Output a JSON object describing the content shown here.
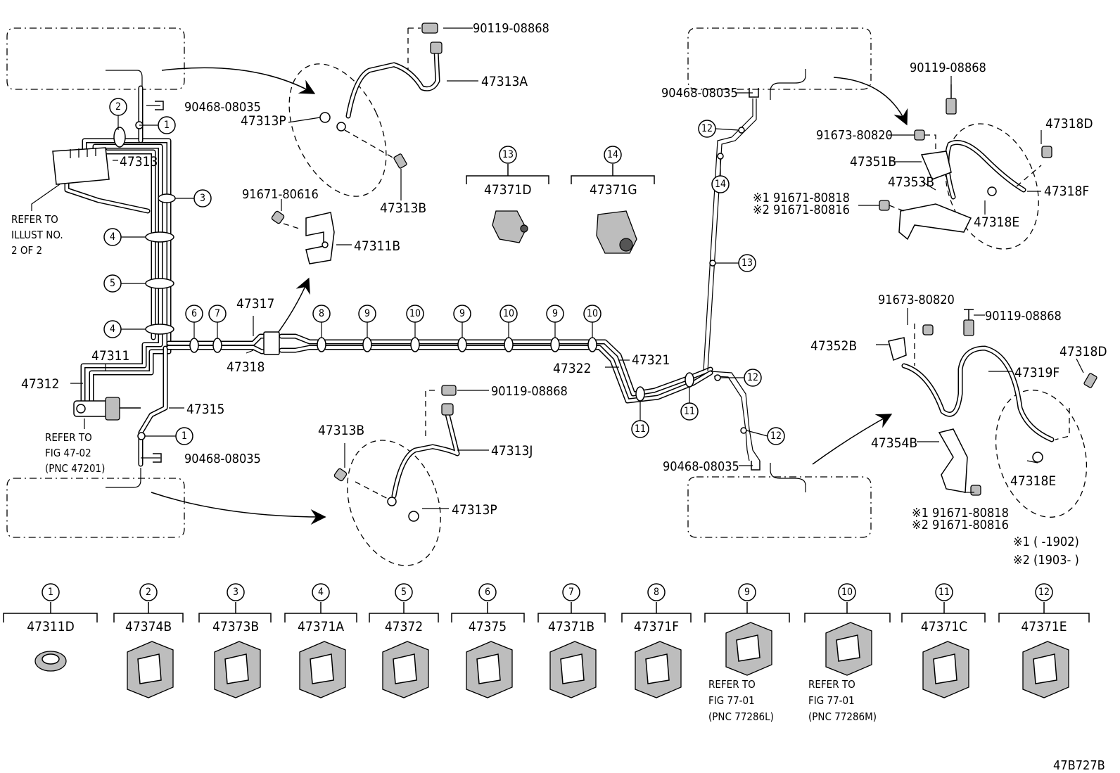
{
  "callouts": {
    "c90119_a": "90119-08868",
    "c47313A": "47313A",
    "c90468_tl": "90468-08035",
    "c47313P_top": "47313P",
    "c47313": "47313",
    "c47313B_top": "47313B",
    "c91671_80616": "91671-80616",
    "c47311B": "47311B",
    "c47317": "47317",
    "c47318": "47318",
    "c47311": "47311",
    "c47312": "47312",
    "c47315": "47315",
    "c90468_bl": "90468-08035",
    "c47313B_bot": "47313B",
    "c90119_b": "90119-08868",
    "c47313J": "47313J",
    "c47313P_bot": "47313P",
    "c47322": "47322",
    "c47321": "47321",
    "c90468_tr": "90468-08035",
    "c90468_br": "90468-08035",
    "c90119_c": "90119-08868",
    "c91673_a": "91673-80820",
    "c47351B": "47351B",
    "c47353B": "47353B",
    "c47318D_a": "47318D",
    "c47318F": "47318F",
    "c47318E_a": "47318E",
    "c91671_80818_a": "※1 91671-80818",
    "c91671_80816_a": "※2 91671-80816",
    "c91673_b": "91673-80820",
    "c90119_d": "90119-08868",
    "c47352B": "47352B",
    "c47318D_b": "47318D",
    "c47319F": "47319F",
    "c47354B": "47354B",
    "c47318E_b": "47318E",
    "c91671_80818_b": "※1 91671-80818",
    "c91671_80816_b": "※2 91671-80816"
  },
  "refer_notes": {
    "illust_line1": "REFER TO",
    "illust_line2": "ILLUST NO.",
    "illust_line3": "2 OF 2",
    "fig4702_line1": "REFER TO",
    "fig4702_line2": "FIG 47-02",
    "fig4702_line3": "(PNC 47201)"
  },
  "footnotes": {
    "note1": "※1 (      -1902)",
    "note2": "※2 (1903-      )"
  },
  "mid_groups": [
    {
      "num": "13",
      "part": "47371D"
    },
    {
      "num": "14",
      "part": "47371G"
    }
  ],
  "legend": [
    {
      "num": "1",
      "part": "47311D"
    },
    {
      "num": "2",
      "part": "47374B"
    },
    {
      "num": "3",
      "part": "47373B"
    },
    {
      "num": "4",
      "part": "47371A"
    },
    {
      "num": "5",
      "part": "47372"
    },
    {
      "num": "6",
      "part": "47375"
    },
    {
      "num": "7",
      "part": "47371B"
    },
    {
      "num": "8",
      "part": "47371F"
    },
    {
      "num": "9",
      "part": "",
      "note1": "REFER TO",
      "note2": "FIG 77-01",
      "note3": "(PNC 77286L)"
    },
    {
      "num": "10",
      "part": "",
      "note1": "REFER TO",
      "note2": "FIG 77-01",
      "note3": "(PNC 77286M)"
    },
    {
      "num": "11",
      "part": "47371C"
    },
    {
      "num": "12",
      "part": "47371E"
    }
  ],
  "clip_markers": {
    "m1_top": "1",
    "m2": "2",
    "m3": "3",
    "m4_a": "4",
    "m5": "5",
    "m4_b": "4",
    "m1_bot": "1",
    "m6": "6",
    "m7": "7",
    "m8": "8",
    "m9_a": "9",
    "m10_a": "10",
    "m9_b": "9",
    "m10_b": "10",
    "m9_c": "9",
    "m10_c": "10",
    "m11_a": "11",
    "m11_b": "11",
    "m12_a": "12",
    "m12_b": "12",
    "m12_c": "12",
    "m13": "13",
    "m14": "14"
  },
  "illustration_code": "47B727B"
}
